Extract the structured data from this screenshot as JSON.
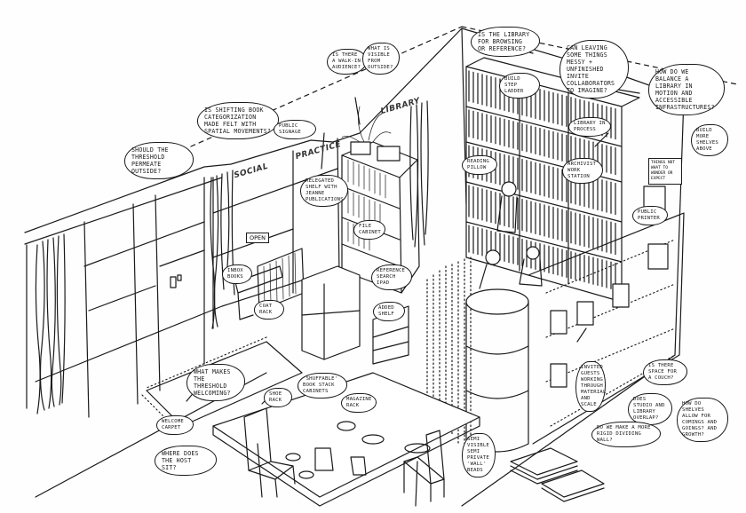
{
  "title": "Library of the Social Practice space — annotated isometric sketch",
  "signage": {
    "social": "SOCIAL",
    "practice": "PRACTICE",
    "library": "LIBRARY",
    "open": "OPEN"
  },
  "annotations": {
    "threshold_permeate": "Should the threshold permeate outside?",
    "shifting_categorization": "Is shifting book categorization made felt with spatial movements?",
    "public_signage": "Public signage",
    "walk_in_audience": "Is there a walk-in audience?",
    "visible_from_outside": "What is visible from outside?",
    "browsing_or_reference": "Is the library for browsing or reference?",
    "leaving_messy": "Can leaving some things messy + unfinished invite collaborators to imagine?",
    "balance_library": "How do we balance a library in motion and accessible infrastructures?",
    "build_step_ladder": "Build step ladder",
    "library_in_process": "Library in process",
    "reading_pillow": "Reading pillow",
    "archivist_station": "Archivist work station",
    "build_more_shelves": "Build more shelves above",
    "public_printer": "Public printer",
    "relegated_shelf": "Relegated shelf with Jeanne publications",
    "file_cabinet": "File cabinet",
    "reference_search_ipad": "Reference search iPad",
    "added_shelf": "Added shelf",
    "inbox_books": "Inbox books",
    "coat_rack": "Coat rack",
    "threshold_welcoming": "What makes the threshold welcoming?",
    "welcome_carpet": "Welcome carpet",
    "host_sit": "Where does the host sit?",
    "shoe_rack": "Shoe rack",
    "shuffable_cabinets": "'Shuffable' book stack cabinets",
    "magazine_rack": "Magazine rack",
    "semi_visible_walls": "Semi visible semi private 'wall' beads",
    "invited_guests": "Invited guests working through material and scale",
    "space_for_couch": "Is there space for a couch?",
    "studio_library_overlap": "Does studio and library overlap?",
    "rigid_dividing_wall": "Do we make a more rigid dividing wall?",
    "shelves_allow": "How do shelves allow for comings and goings? And growth?",
    "poster_text": "Things not what to wonder or expect"
  },
  "colors": {
    "ink": "#1a1a1a",
    "paper": "#fefefe"
  }
}
